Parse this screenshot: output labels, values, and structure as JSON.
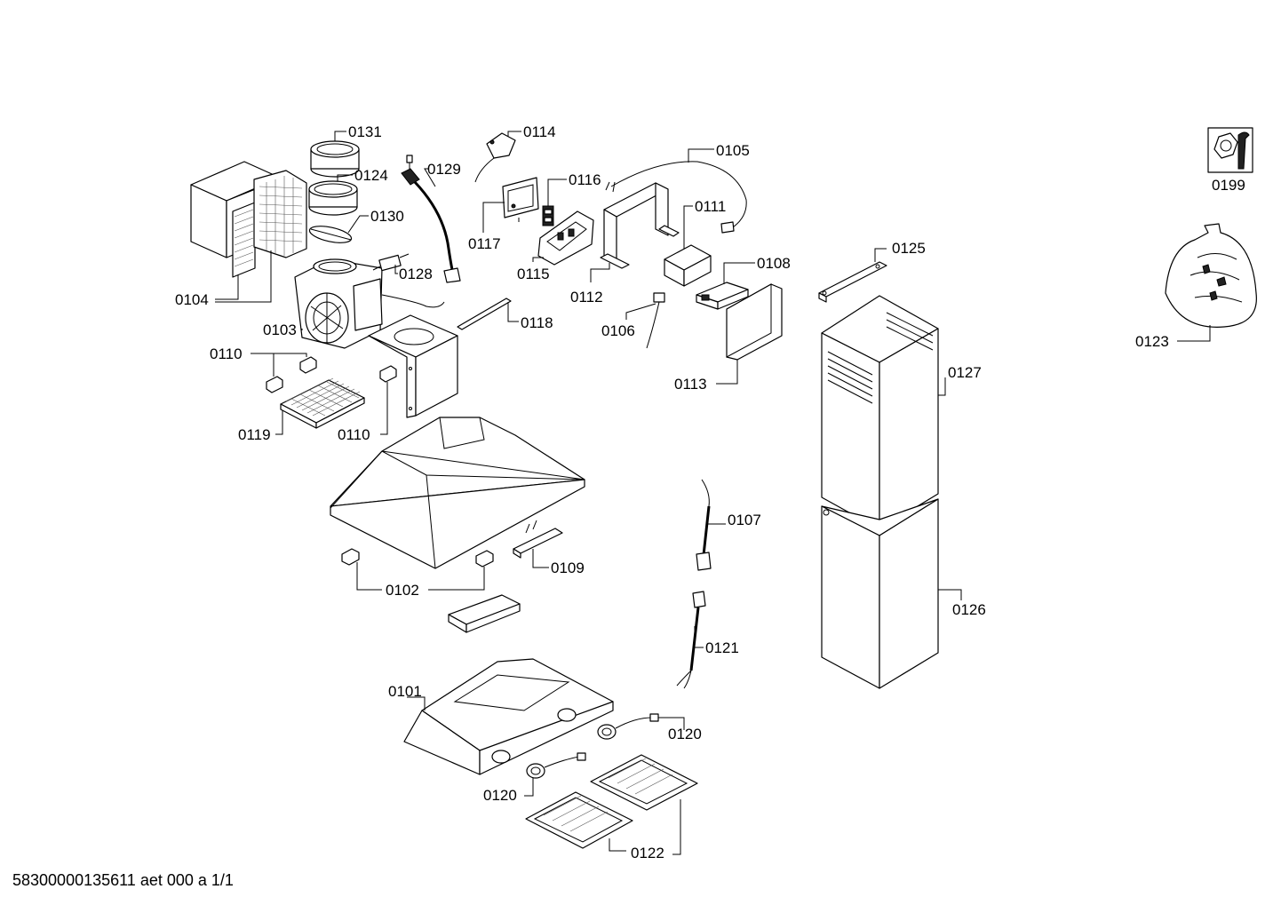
{
  "labels": {
    "p0131": "0131",
    "p0114": "0114",
    "p0105": "0105",
    "p0124": "0124",
    "p0129": "0129",
    "p0116": "0116",
    "p0130": "0130",
    "p0111": "0111",
    "p0117": "0117",
    "p0128": "0128",
    "p0115": "0115",
    "p0108": "0108",
    "p0104": "0104",
    "p0112": "0112",
    "p0103": "0103",
    "p0118": "0118",
    "p0106": "0106",
    "p0110a": "0110",
    "p0110b": "0110",
    "p0113": "0113",
    "p0119": "0119",
    "p0125": "0125",
    "p0127": "0127",
    "p0107": "0107",
    "p0109": "0109",
    "p0102": "0102",
    "p0126": "0126",
    "p0121": "0121",
    "p0101": "0101",
    "p0120a": "0120",
    "p0120b": "0120",
    "p0122": "0122",
    "p0199": "0199",
    "p0123": "0123"
  },
  "footer_text": "58300000135611 aet 000 a 1/1"
}
